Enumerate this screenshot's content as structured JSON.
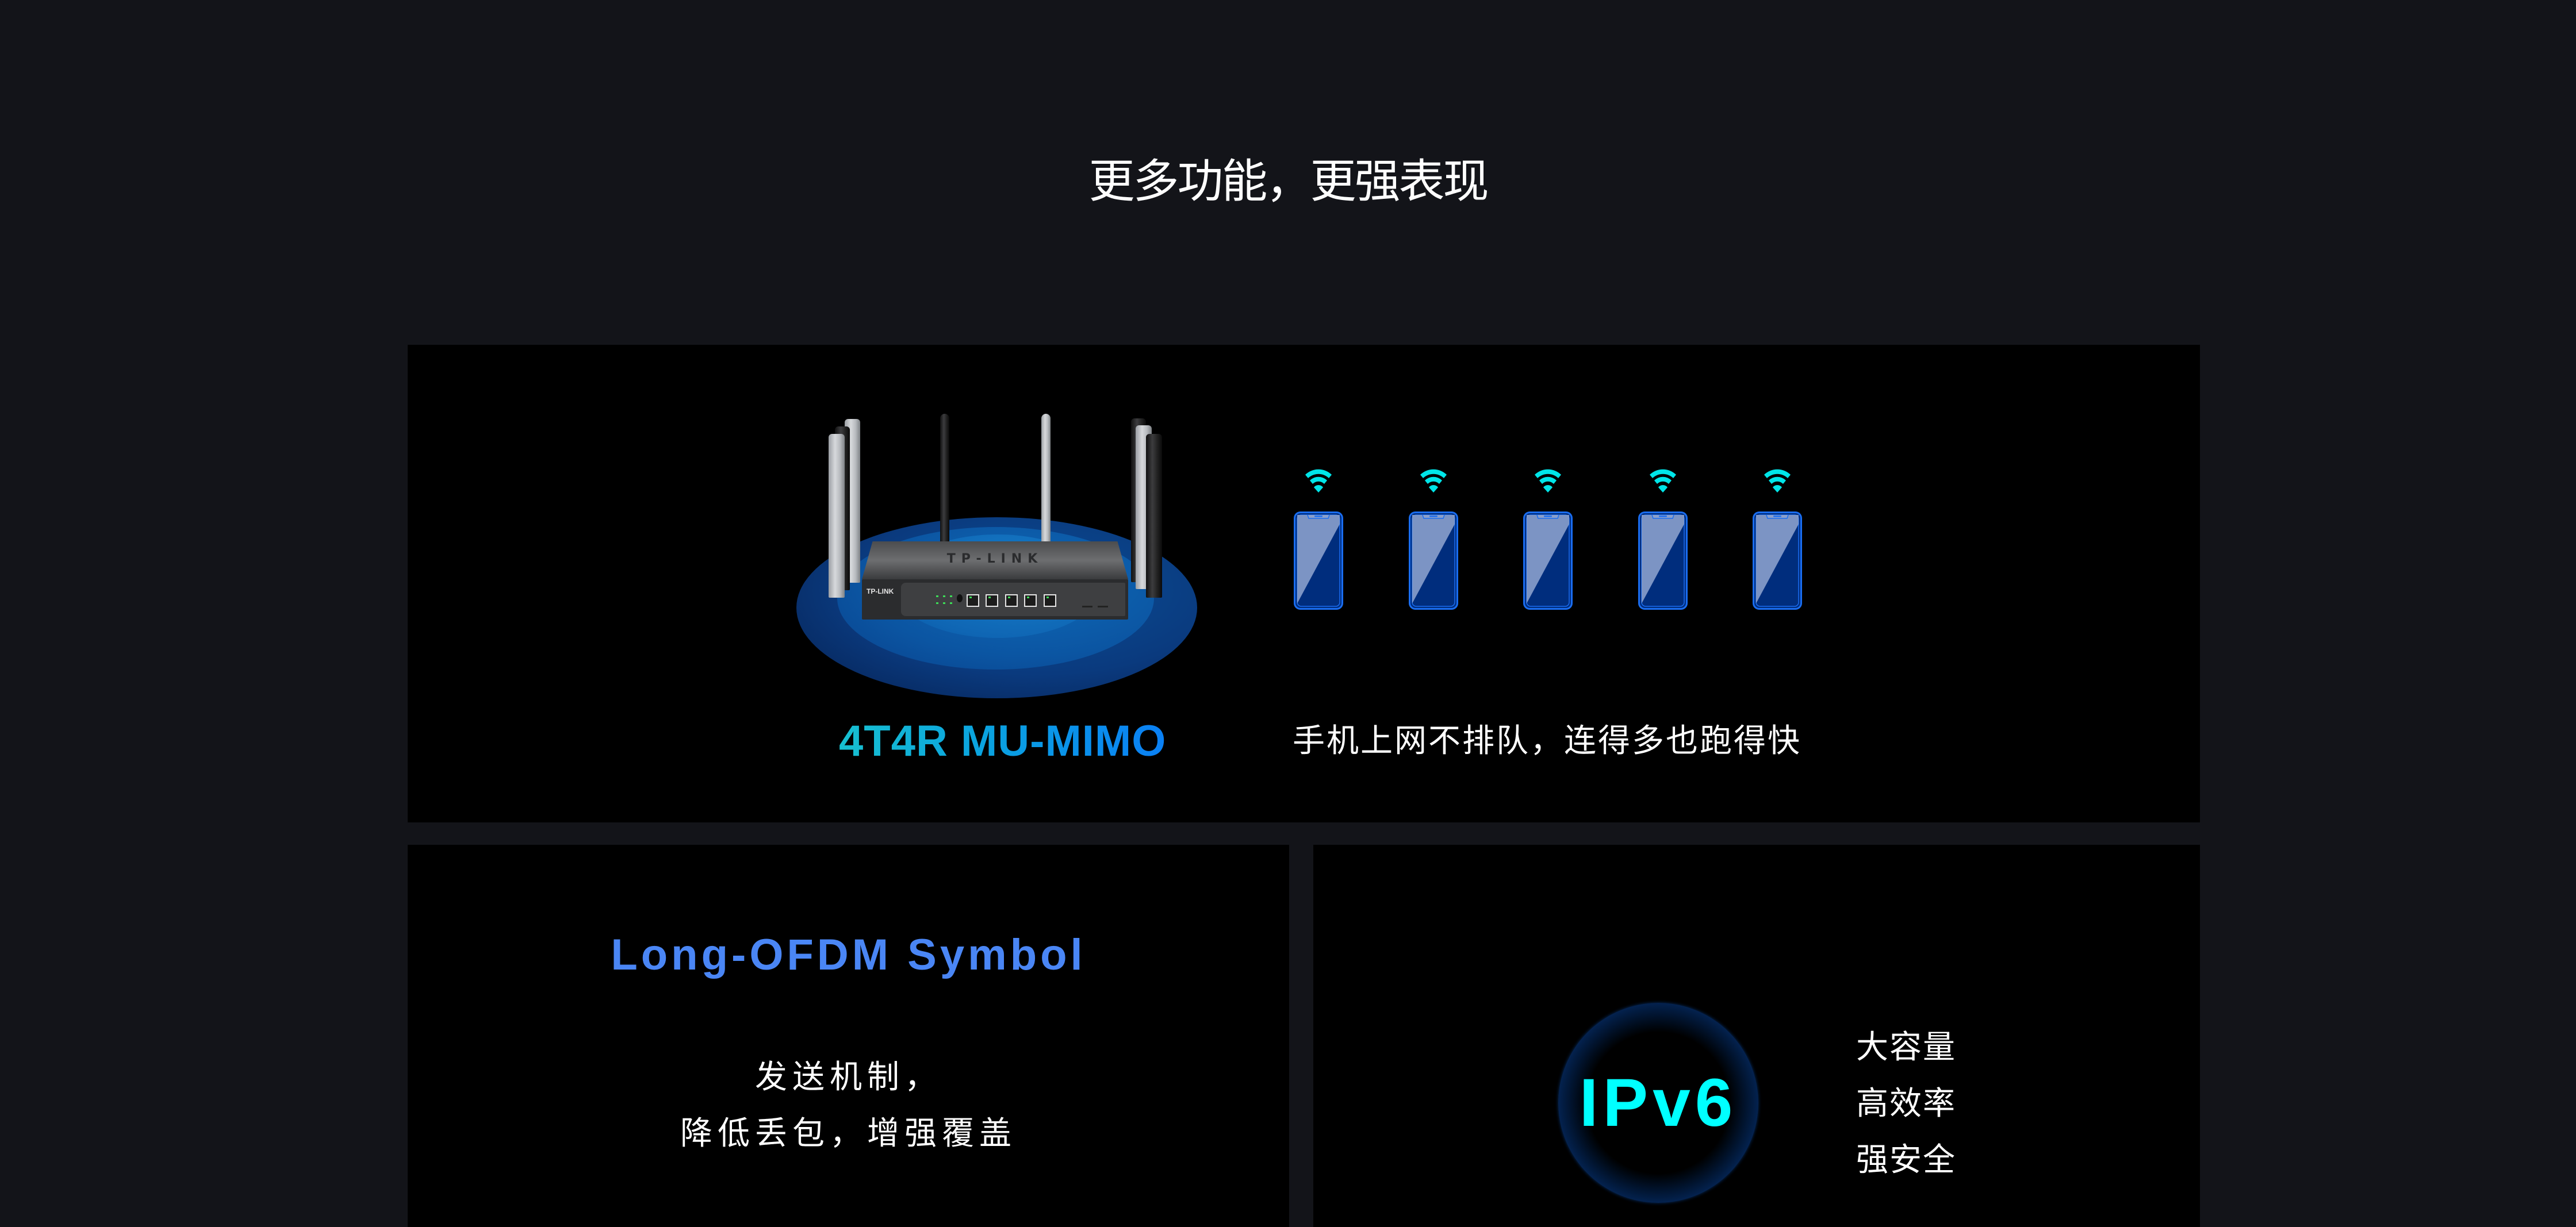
{
  "section": {
    "title": "更多功能，更强表现"
  },
  "colors": {
    "page_background": "#131419",
    "card_background": "#000000",
    "mimo_gradient_start": "#17c0d0",
    "mimo_gradient_end": "#0a7ff5",
    "ofdm_title": "#4a86f5",
    "ipv6_text": "#00ffff",
    "wifi_icon": "#00e5e8",
    "phone_border": "#1a6df0"
  },
  "mimo_card": {
    "title": "4T4R MU-MIMO",
    "description": "手机上网不排队，连得多也跑得快",
    "router": {
      "brand": "TP-LINK",
      "top_logo": "TP-LINK",
      "antenna_count": 8
    },
    "devices": [
      {
        "icon": "wifi-icon",
        "device": "smartphone-icon"
      },
      {
        "icon": "wifi-icon",
        "device": "smartphone-icon"
      },
      {
        "icon": "wifi-icon",
        "device": "smartphone-icon"
      },
      {
        "icon": "wifi-icon",
        "device": "smartphone-icon"
      },
      {
        "icon": "wifi-icon",
        "device": "smartphone-icon"
      }
    ]
  },
  "ofdm_card": {
    "title": "Long-OFDM Symbol",
    "lines": [
      "发送机制，",
      "降低丢包，增强覆盖"
    ]
  },
  "ipv6_card": {
    "badge": "IPv6",
    "features": [
      "大容量",
      "高效率",
      "强安全"
    ]
  }
}
